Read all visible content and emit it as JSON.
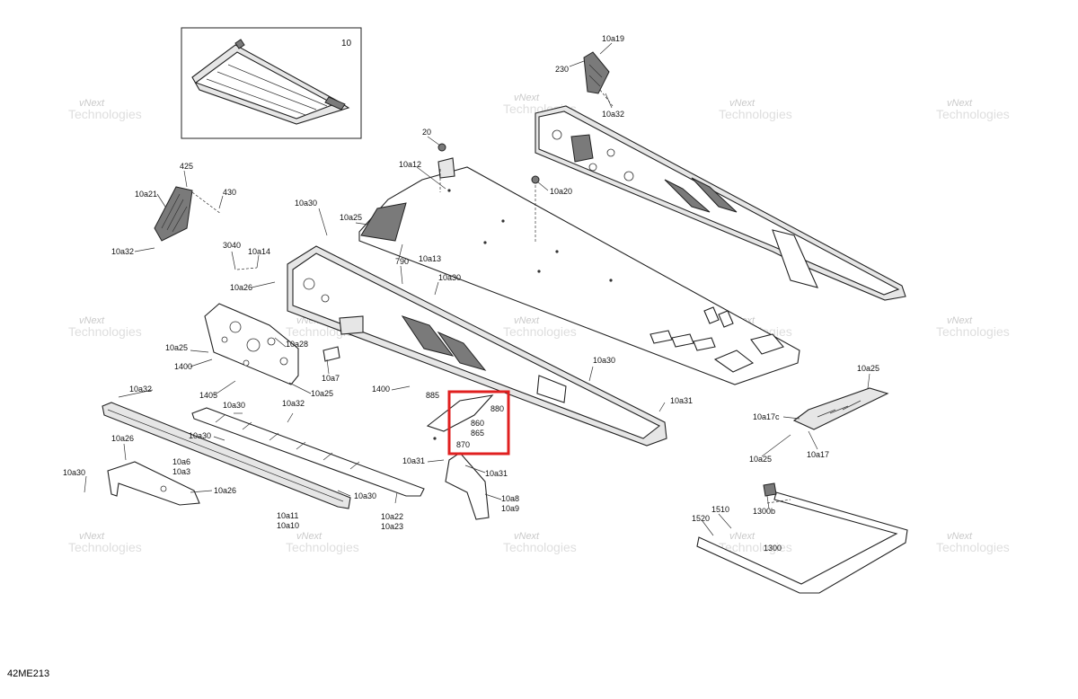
{
  "document": {
    "code": "42ME213"
  },
  "watermark": {
    "line1": "vNext",
    "line2": "Technologies"
  },
  "callouts": {
    "c10": "10",
    "c10a19": "10a19",
    "c230": "230",
    "c10a32_top": "10a32",
    "c20": "20",
    "c10a12": "10a12",
    "c10a20": "10a20",
    "c425": "425",
    "c10a21": "10a21",
    "c430": "430",
    "c10a32_left": "10a32",
    "c10a30_a": "10a30",
    "c10a25_a": "10a25",
    "c10a13": "10a13",
    "c3040": "3040",
    "c10a14": "10a14",
    "c790": "790",
    "c10a26_a": "10a26",
    "c10a30_b": "10a30",
    "c10a28": "10a28",
    "c10a25_b": "10a25",
    "c1400_a": "1400",
    "c10a7": "10a7",
    "c1405": "1405",
    "c10a25_c": "10a25",
    "c10a30_c": "10a30",
    "c1400_b": "1400",
    "c885": "885",
    "c880": "880",
    "c860": "860",
    "c865": "865",
    "c870": "870",
    "c10a31_a": "10a31",
    "c10a32_mid": "10a32",
    "c10a30_d": "10a30",
    "c10a32_mid2": "10a32",
    "c10a30_e": "10a30",
    "c10a26_b": "10a26",
    "c10a6": "10a6",
    "c10a3": "10a3",
    "c10a30_f": "10a30",
    "c10a26_c": "10a26",
    "c10a30_g": "10a30",
    "c10a11": "10a11",
    "c10a10": "10a10",
    "c10a22": "10a22",
    "c10a23": "10a23",
    "c10a31_b": "10a31",
    "c10a31_c": "10a31",
    "c10a8": "10a8",
    "c10a9": "10a9",
    "c10a25_d": "10a25",
    "c10a17c": "10a17c",
    "c10a25_e": "10a25",
    "c10a17": "10a17",
    "c1510": "1510",
    "c1520": "1520",
    "c1300b": "1300b",
    "c1300": "1300"
  },
  "highlight": {
    "color": "#e02020",
    "parts": [
      "880",
      "860",
      "865",
      "870"
    ]
  }
}
